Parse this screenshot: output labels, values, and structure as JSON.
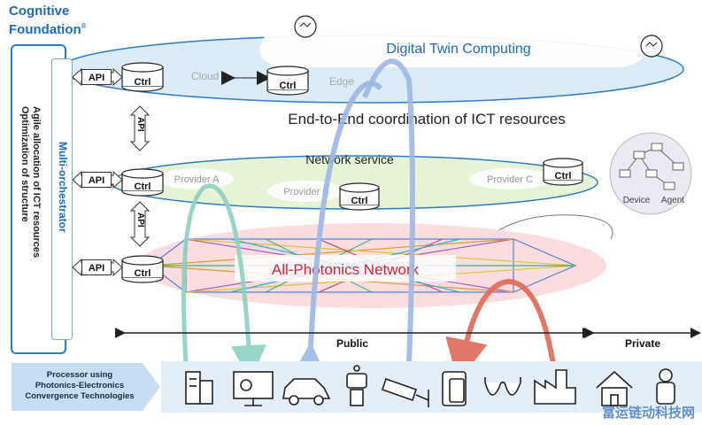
{
  "cognitive_foundation": {
    "line1": "Cognitive",
    "line2": "Foundation",
    "mark": "®"
  },
  "multi_orchestrator": {
    "title": "Multi-orchestrator",
    "line1": "Agile allocation of ICT resources",
    "line2": "Optimization of structure"
  },
  "layers": {
    "dtc": {
      "title": "Digital Twin Computing",
      "cloud": "Cloud",
      "edge": "Edge"
    },
    "coordination": "End-to-End coordination of ICT resources",
    "network_service": {
      "title": "Network service",
      "provider_a": "Provider A",
      "provider_b": "Provider B",
      "provider_c": "Provider C"
    },
    "apn": {
      "title": "All-Photonics Network"
    }
  },
  "ctrl_label": "Ctrl",
  "api_label": "API",
  "device_agent": {
    "device": "Device",
    "agent": "Agent"
  },
  "axis": {
    "public": "Public",
    "private": "Private"
  },
  "processor": {
    "line1": "Processor using",
    "line2": "Photonics-Electronics",
    "line3": "Convergence Technologies"
  },
  "watermark": "富运链动科技网",
  "colors": {
    "blue_border": "#2a7cc7",
    "dtc_fill": "#dcebf8",
    "ns_fill": "#e7f3d6",
    "apn_fill": "#fbd9dc",
    "apn_text": "#d0243a",
    "arrow_blue": "#9db8e3",
    "arrow_teal": "#8fd0c4",
    "arrow_red": "#e0705e"
  },
  "icons": [
    "building-icon",
    "monitor-icon",
    "car-icon",
    "robot-icon",
    "camera-icon",
    "phone-tablet-icon",
    "glasses-icon",
    "factory-icon",
    "house-icon",
    "person-icon"
  ]
}
